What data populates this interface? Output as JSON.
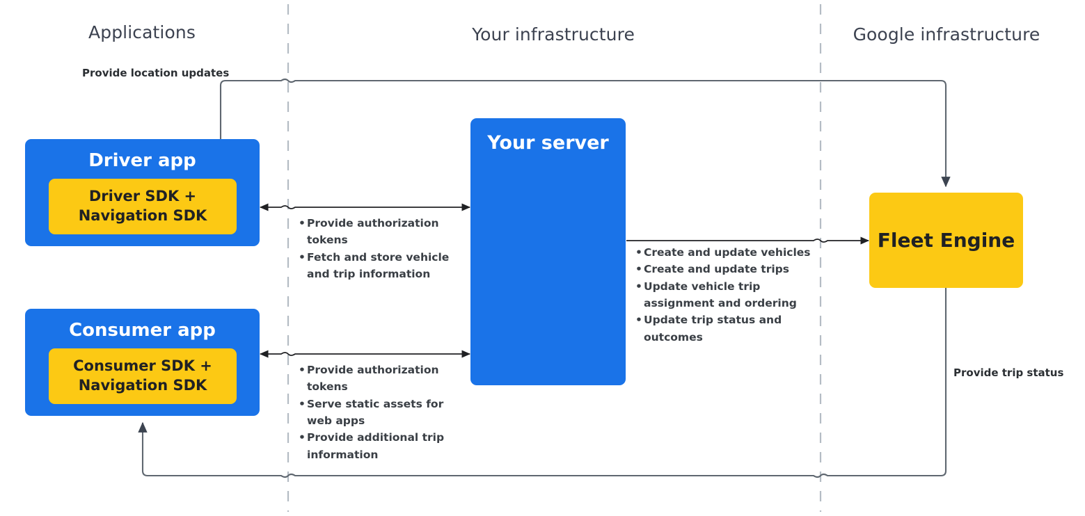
{
  "columns": [
    {
      "label": "Applications"
    },
    {
      "label": "Your infrastructure"
    },
    {
      "label": "Google infrastructure"
    }
  ],
  "boxes": {
    "driver_app": {
      "title": "Driver app",
      "sdk_label": "Driver SDK +\nNavigation SDK"
    },
    "consumer_app": {
      "title": "Consumer app",
      "sdk_label": "Consumer SDK +\nNavigation SDK"
    },
    "server": {
      "title": "Your server"
    },
    "fleet_engine": {
      "title": "Fleet Engine"
    }
  },
  "labels": {
    "provide_location_updates": "Provide location updates",
    "provide_trip_status": "Provide trip status"
  },
  "bullet_lists": {
    "driver_to_server": [
      "Provide authorization tokens",
      "Fetch and store vehicle and trip information"
    ],
    "consumer_to_server": [
      "Provide authorization tokens",
      "Serve static assets for web apps",
      "Provide additional trip information"
    ],
    "server_to_fleet_engine": [
      "Create and update vehicles",
      "Create and update trips",
      "Update vehicle trip assignment and ordering",
      "Update trip status and outcomes"
    ]
  },
  "colors": {
    "app_blue": "#1a73e8",
    "sdk_yellow": "#fcc914",
    "heading_gray": "#3c4250",
    "text_dark": "#3a3f45",
    "wire_gray": "#5f6770",
    "divider_gray": "#b4bcc4"
  }
}
